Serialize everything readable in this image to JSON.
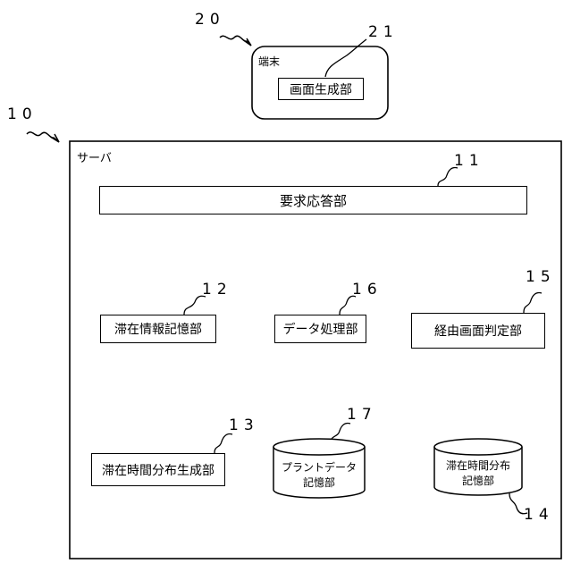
{
  "terminal": {
    "ref": "20",
    "label": "端末",
    "generator": {
      "ref": "21",
      "label": "画面生成部"
    }
  },
  "server": {
    "ref": "10",
    "label": "サーバ",
    "request_response": {
      "ref": "11",
      "label": "要求応答部"
    },
    "stay_info_recorder": {
      "ref": "12",
      "label": "滞在情報記憶部"
    },
    "data_processor": {
      "ref": "16",
      "label": "データ処理部"
    },
    "route_screen_judge": {
      "ref": "15",
      "label": "経由画面判定部"
    },
    "stay_dist_generator": {
      "ref": "13",
      "label": "滞在時間分布生成部"
    },
    "plant_data_storage": {
      "ref": "17",
      "line1": "プラントデータ",
      "line2": "記憶部"
    },
    "stay_dist_storage": {
      "ref": "14",
      "line1": "滞在時間分布",
      "line2": "記憶部"
    }
  }
}
